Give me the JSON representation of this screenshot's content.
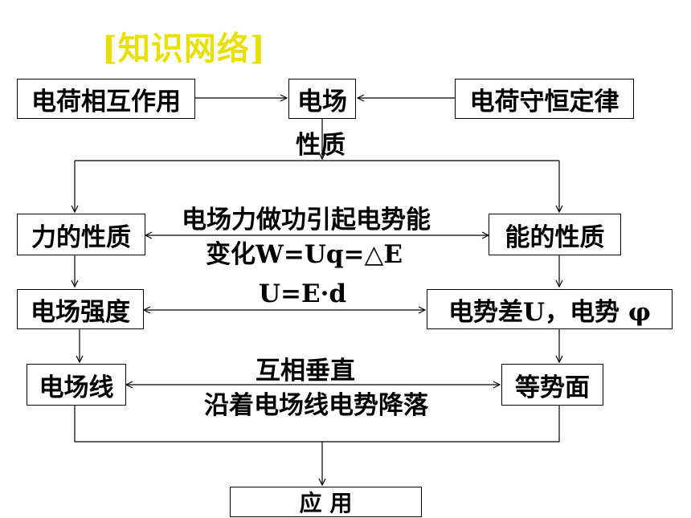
{
  "title": "[知识网络]",
  "colors": {
    "title": "#e8e000",
    "line": "#000000",
    "background": "#ffffff"
  },
  "nodes": {
    "charge_interaction": "电荷相互作用",
    "electric_field": "电场",
    "charge_conservation": "电荷守恒定律",
    "force_property": "力的性质",
    "energy_property": "能的性质",
    "field_strength": "电场强度",
    "potential_diff": "电势差U，电势 φ",
    "field_line": "电场线",
    "equipotential": "等势面",
    "application": "应 用"
  },
  "labels": {
    "property": "性质",
    "work_line1": "电场力做功引起电势能",
    "work_line2": "变化W=Uq=△E",
    "relation": "U=E·d",
    "perp": "互相垂直",
    "along_line": "沿着电场线电势降落"
  }
}
